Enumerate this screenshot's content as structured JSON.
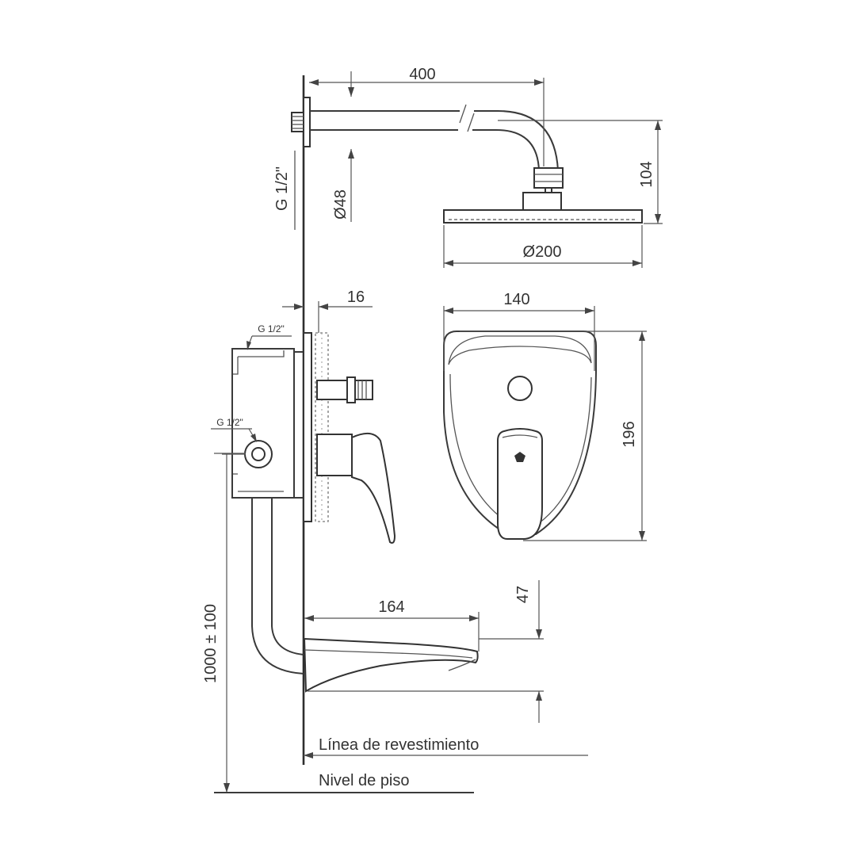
{
  "diagram": {
    "dimensions": {
      "arm_length": "400",
      "shower_head_height": "104",
      "inlet_thread": "G 1/2\"",
      "flange_diameter": "Ø48",
      "shower_head_diameter": "Ø200",
      "plate_depth": "16",
      "plate_width": "140",
      "plate_height": "196",
      "valve_thread_top": "G 1/2\"",
      "valve_thread_side": "G 1/2\"",
      "spout_length": "164",
      "spout_height": "47",
      "floor_height": "1000 ± 100"
    },
    "labels": {
      "finish_line": "Línea de revestimiento",
      "floor_level": "Nivel de piso"
    }
  }
}
